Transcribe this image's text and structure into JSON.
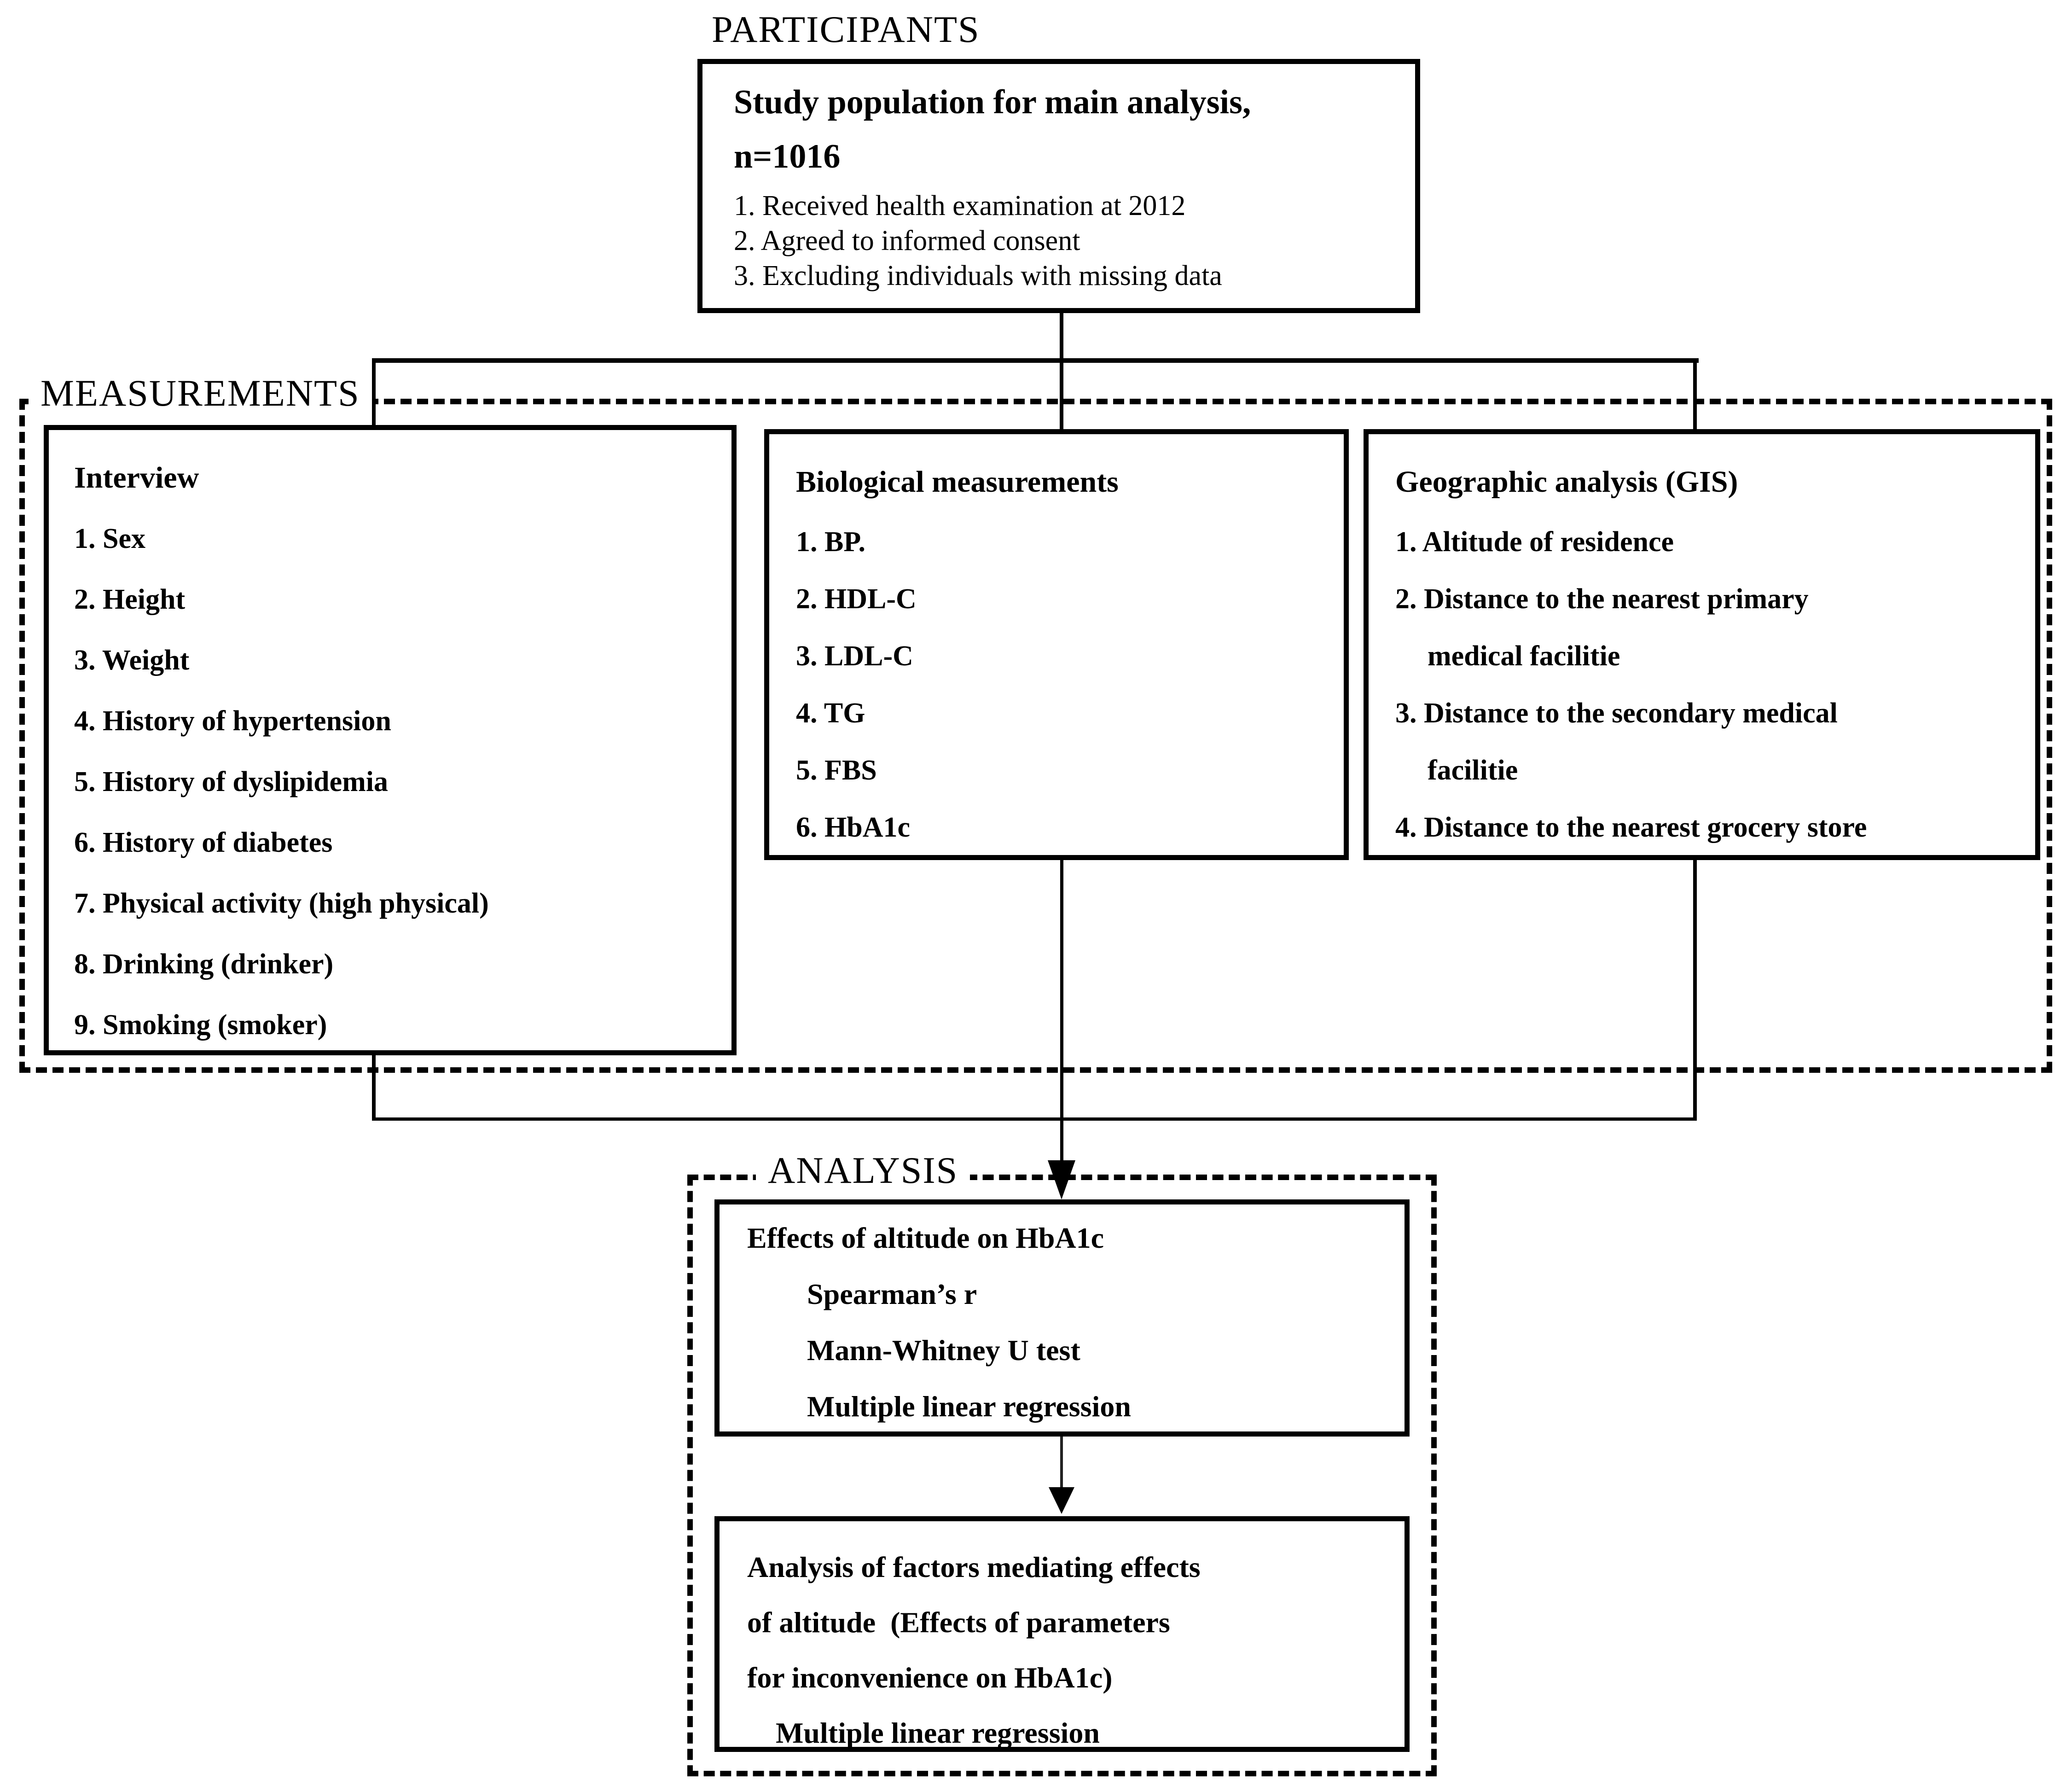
{
  "colors": {
    "ink": "#000000",
    "paper": "#ffffff"
  },
  "labels": {
    "participants": "PARTICIPANTS",
    "measurements": "MEASUREMENTS",
    "analysis": "ANALYSIS"
  },
  "participants_box": {
    "title": "Study population for main analysis,",
    "n_line": "n=1016",
    "items": [
      "1. Received health examination at 2012",
      "2. Agreed to informed consent",
      "3. Excluding individuals with missing data"
    ]
  },
  "interview_box": {
    "title": "Interview",
    "items": [
      "1. Sex",
      "2. Height",
      "3. Weight",
      "4. History of hypertension",
      "5. History of dyslipidemia",
      "6. History of diabetes",
      "7. Physical activity (high physical)",
      "8. Drinking (drinker)",
      "9. Smoking (smoker)"
    ]
  },
  "biological_box": {
    "title": "Biological measurements",
    "items": [
      "1. BP.",
      "2. HDL-C",
      "3. LDL-C",
      "4. TG",
      "5. FBS",
      "6. HbA1c"
    ]
  },
  "gis_box": {
    "title": "Geographic analysis (GIS)",
    "lines": [
      "1. Altitude of residence",
      "2. Distance to the nearest primary",
      "medical facilitie",
      "3. Distance to the secondary medical",
      "facilitie",
      "4. Distance to the nearest grocery store"
    ]
  },
  "analysis_box1": {
    "lines": [
      "Effects of altitude on HbA1c",
      "Spearman’s r",
      "Mann-Whitney U test",
      "Multiple linear regression"
    ]
  },
  "analysis_box2": {
    "lines": [
      "Analysis of factors mediating effects",
      "of altitude  (Effects of parameters",
      "for inconvenience on HbA1c)",
      "Multiple linear regression"
    ]
  }
}
